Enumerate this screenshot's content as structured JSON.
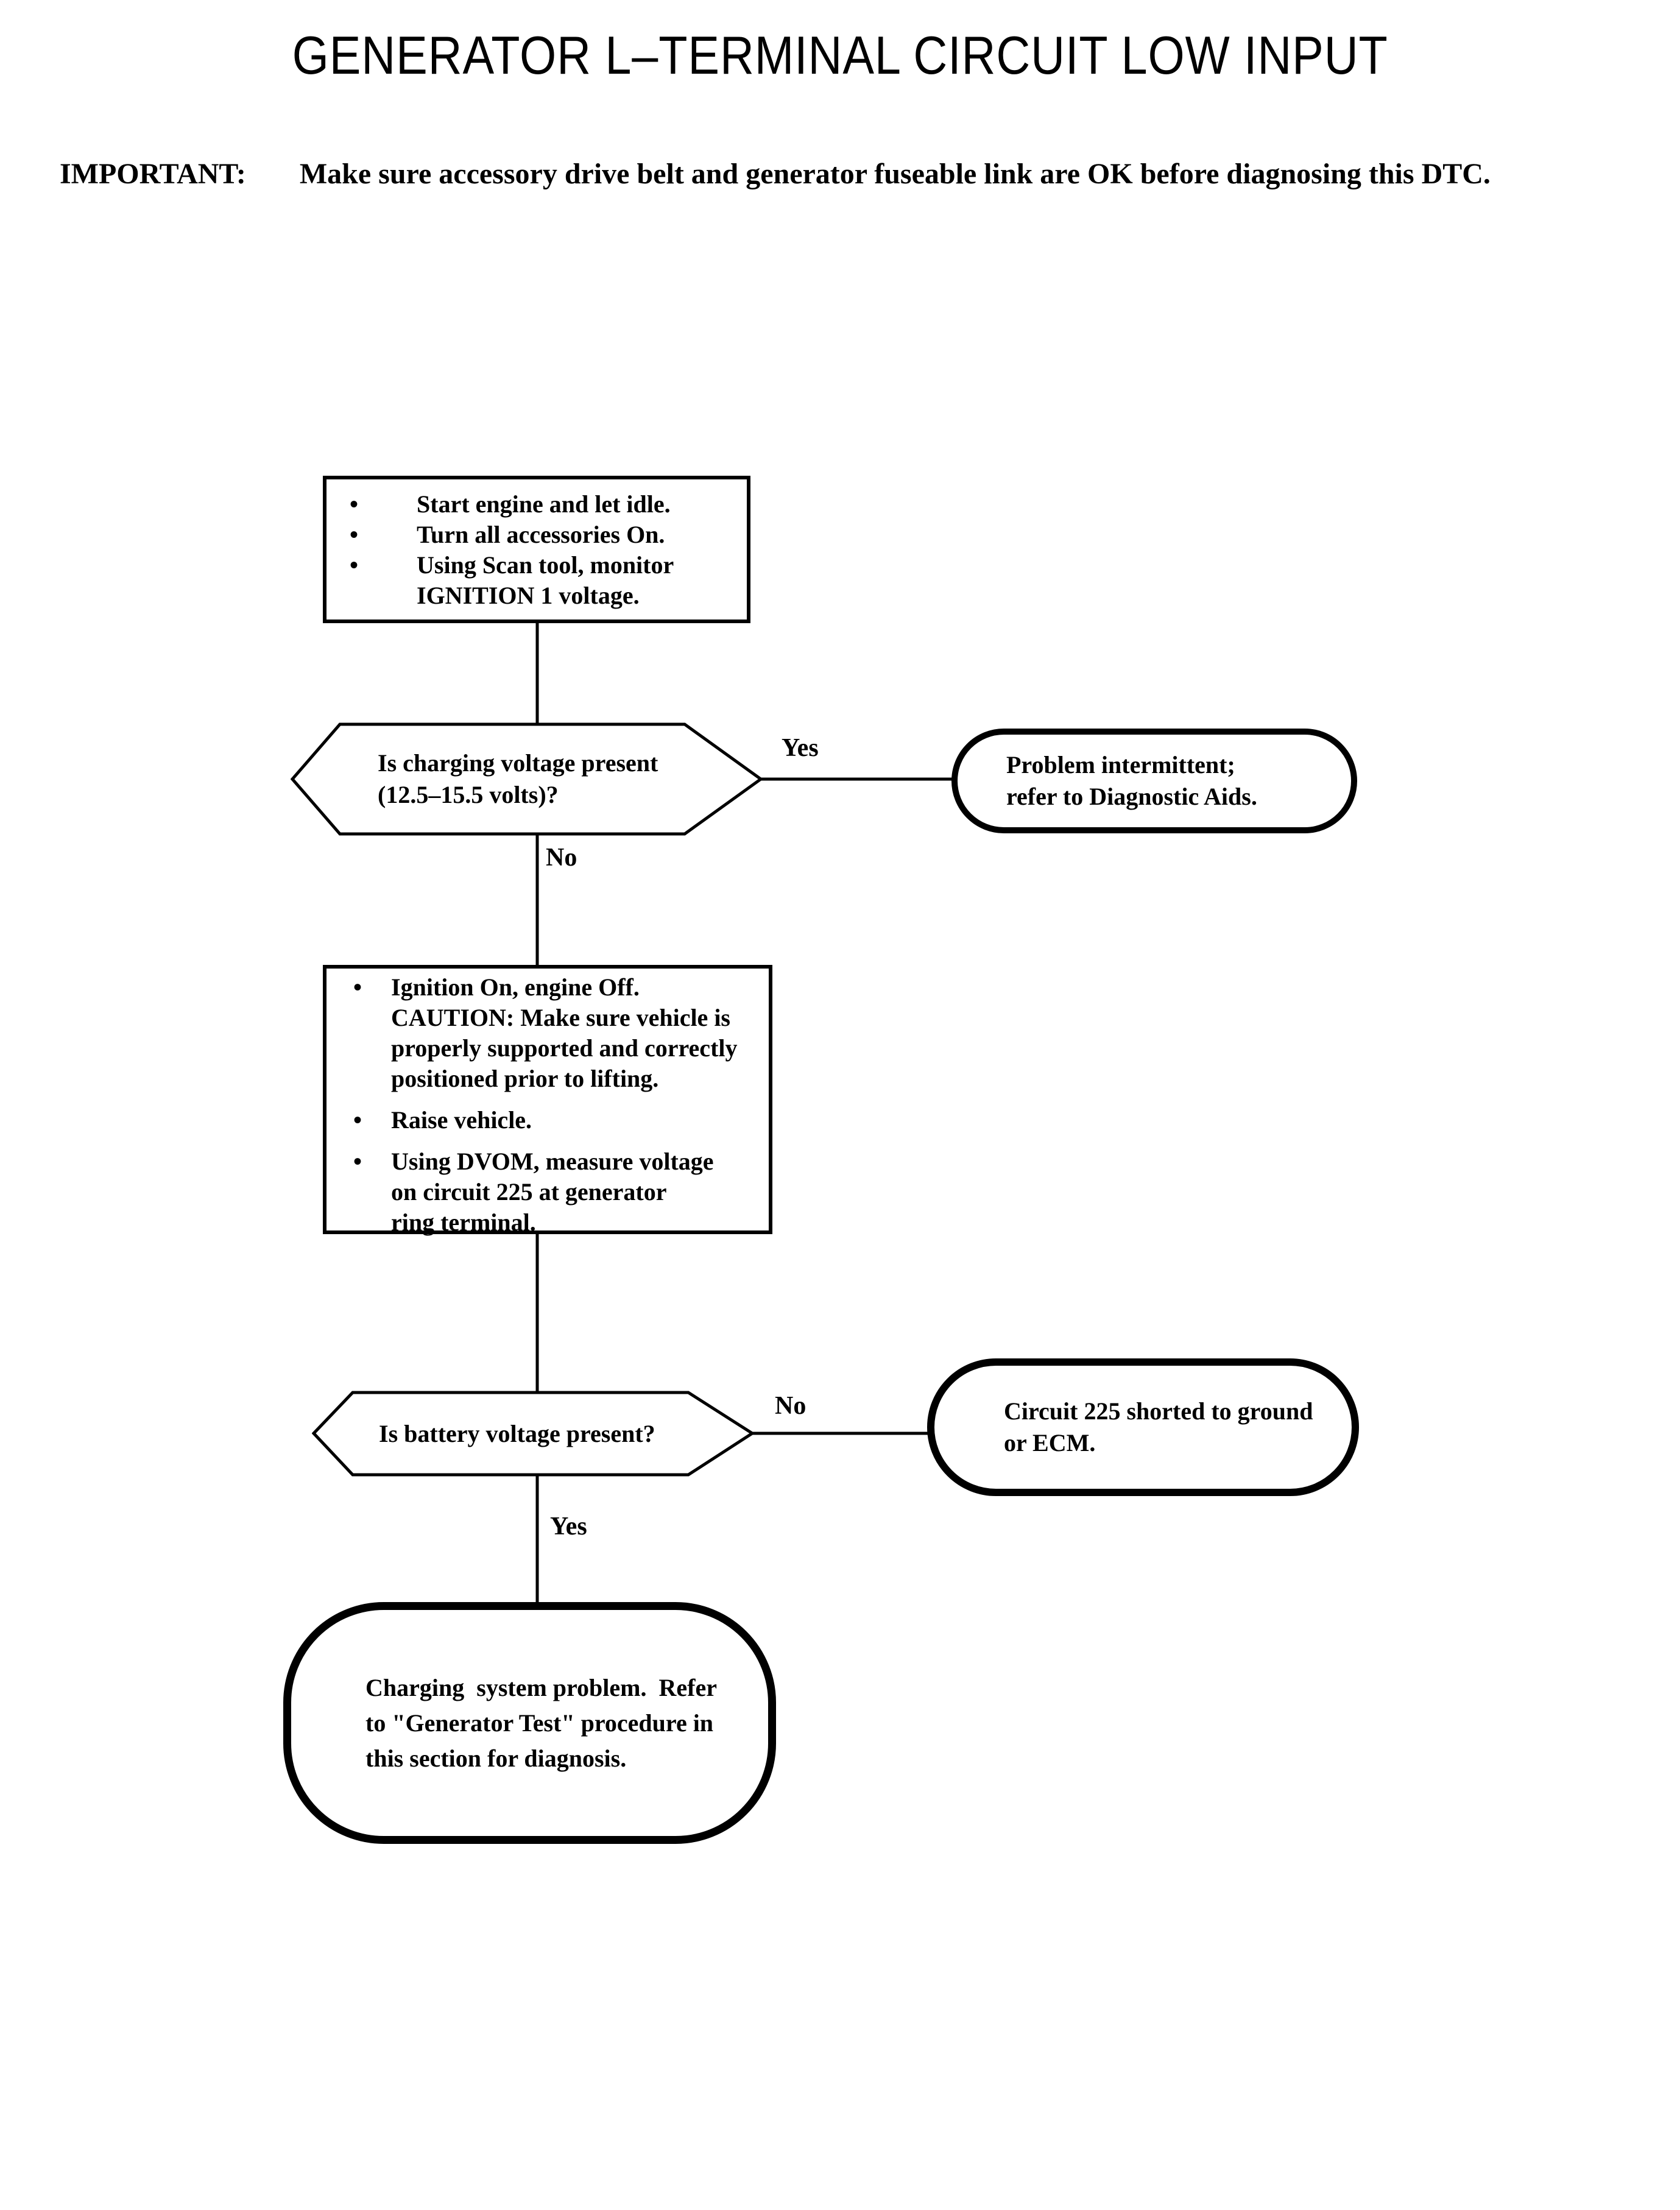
{
  "colors": {
    "ink": "#000000",
    "paper": "#ffffff"
  },
  "glyphs": {
    "bullet": "•"
  },
  "page": {
    "title": "GENERATOR L–TERMINAL CIRCUIT LOW INPUT",
    "important_label": "IMPORTANT:",
    "important_text": "Make sure accessory drive belt and generator fuseable link are OK before diagnosing this DTC."
  },
  "flowchart": {
    "start_box": {
      "items": [
        "Start engine and let idle.",
        "Turn all accessories On.",
        "Using Scan tool, monitor\nIGNITION 1 voltage."
      ]
    },
    "decision_charging_voltage": {
      "text": "Is charging voltage present\n(12.5–15.5 volts)?",
      "yes_label": "Yes",
      "no_label": "No"
    },
    "terminal_intermittent": {
      "text": "Problem intermittent;\nrefer to Diagnostic Aids."
    },
    "action_box": {
      "items": [
        "Ignition On, engine Off.\nCAUTION: Make sure vehicle is\nproperly supported and correctly\npositioned prior to lifting.",
        "Raise vehicle.",
        "Using DVOM, measure voltage\non circuit 225 at generator\nring terminal."
      ]
    },
    "decision_battery_voltage": {
      "text": "Is battery voltage present?",
      "no_label": "No",
      "yes_label": "Yes"
    },
    "terminal_short": {
      "text": "Circuit 225 shorted to ground\nor ECM."
    },
    "terminal_charging_problem": {
      "text": "Charging  system problem.  Refer\nto \"Generator Test\" procedure in\nthis section for diagnosis."
    }
  }
}
